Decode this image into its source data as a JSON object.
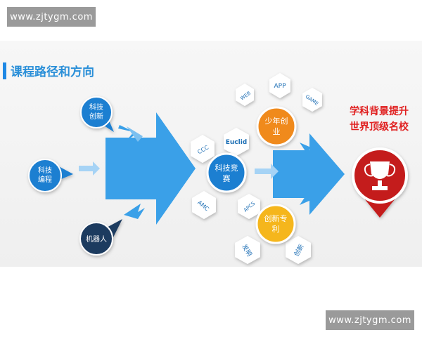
{
  "watermark": {
    "top": "www.zjtygm.com",
    "bottom": "www.zjtygm.com"
  },
  "title": "课程路径和方向",
  "sources": {
    "tech_innovation": [
      "科技",
      "创新"
    ],
    "tech_programming": [
      "科技",
      "编程"
    ],
    "robotics": [
      "机器人"
    ]
  },
  "hub": [
    "科技竞",
    "赛"
  ],
  "entrepreneurship": [
    "少年创",
    "业"
  ],
  "patent": [
    "创新专",
    "利"
  ],
  "hexagons": {
    "web": "WEB",
    "app": "APP",
    "game": "GAME",
    "euclid": "Euclid",
    "ccc": "CCC",
    "amc": "AMC",
    "apcs": "APCS",
    "invention": "发明",
    "innovation": "创新"
  },
  "goal": {
    "line1": "学科背景提升",
    "line2": "世界顶级名校"
  },
  "colors": {
    "arrow": "#3aa0e8",
    "arrow_light": "#bfe1fa",
    "circle_blue": "#1f7fd1",
    "circle_dark": "#1f3a5f",
    "circle_orange": "#f08a1f",
    "circle_yellow": "#f5b61a",
    "goal_red": "#c41a1a",
    "goal_text": "#e02020",
    "title_blue": "#2a8fd8"
  }
}
